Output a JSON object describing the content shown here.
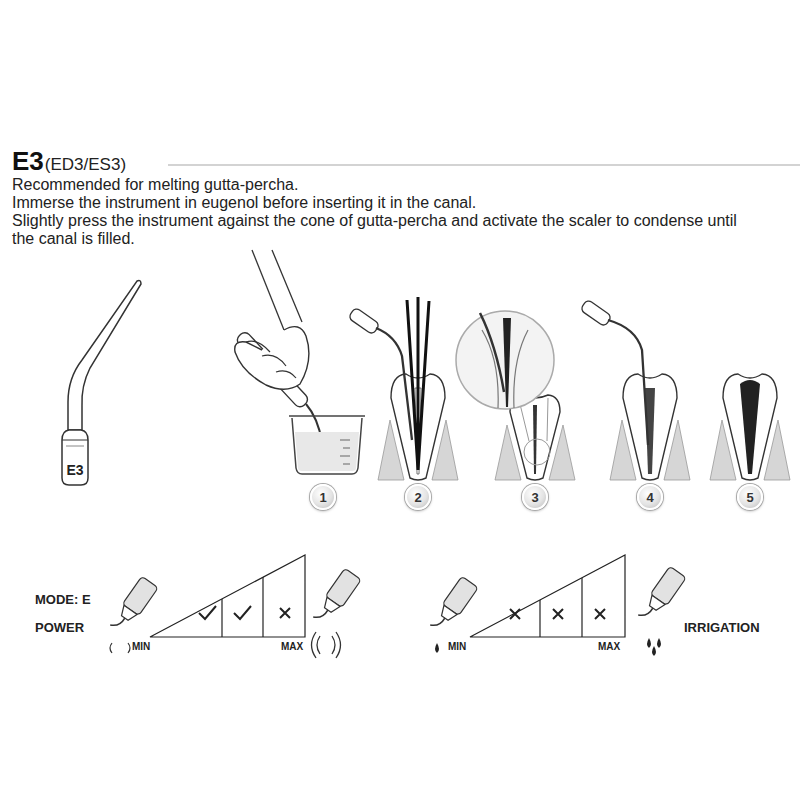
{
  "diagram": {
    "title": "E3",
    "nodes": [
      {
        "text": [
          "1"
        ]
      },
      {
        "text": [
          "2"
        ]
      },
      {
        "text": [
          "3"
        ]
      },
      {
        "text": [
          "4"
        ]
      },
      {
        "text": [
          "5"
        ]
      }
    ],
    "labels": [
      "(ED3/ES3)",
      "Recommended for melting gutta-percha.",
      "Immerse the instrument in eugenol before inserting it in the canal.",
      "Slightly press the instrument against the cone of gutta-percha and activate the scaler to condense until the canal is filled.",
      "E3",
      "MODE: E",
      "POWER",
      "MIN",
      "MAX",
      "MIN",
      "MAX",
      "IRRIGATION"
    ]
  }
}
